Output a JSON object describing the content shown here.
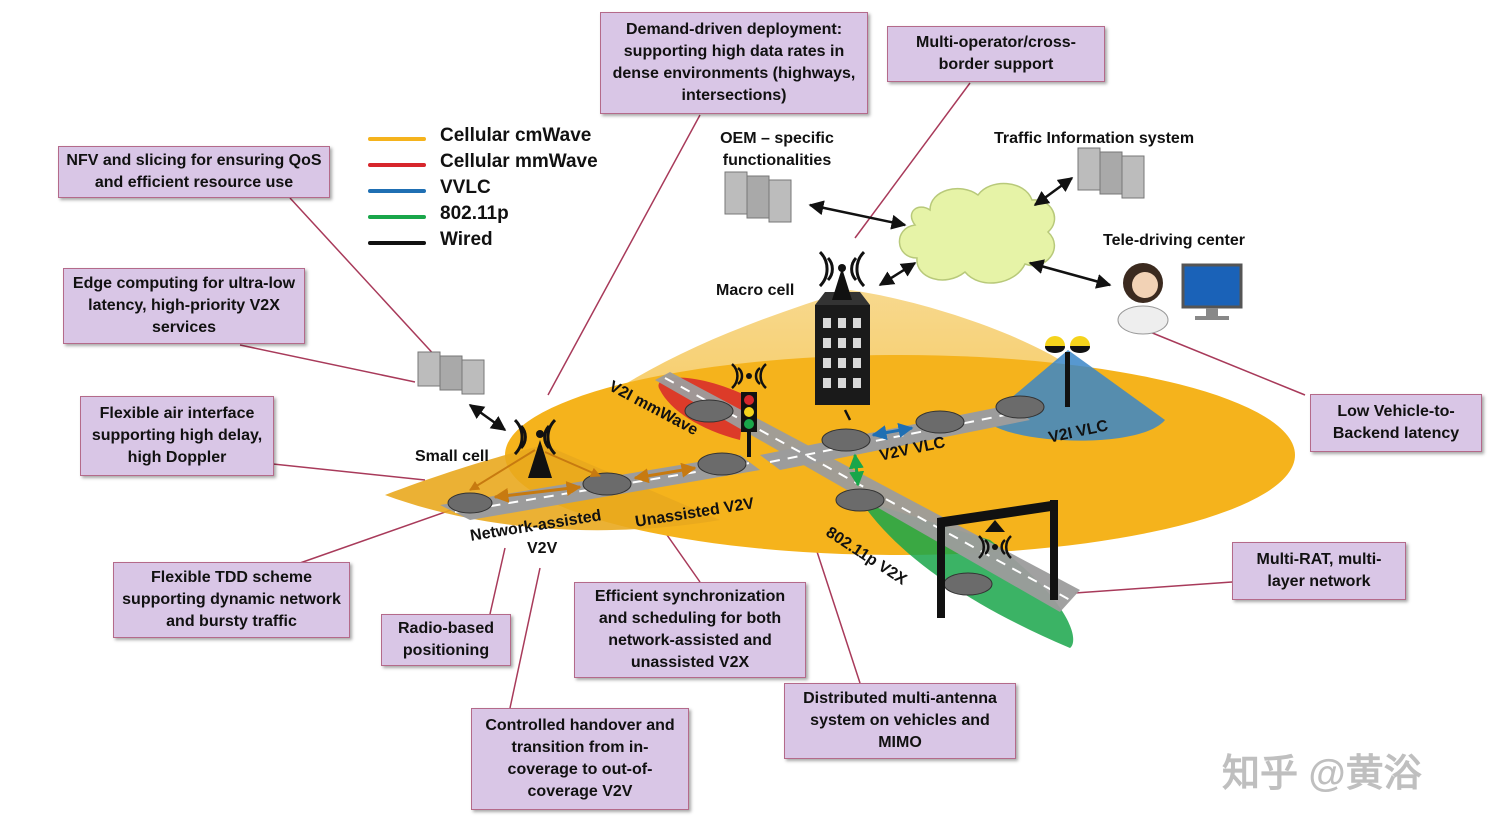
{
  "legend": [
    {
      "label": "Cellular cmWave",
      "color": "#f5b31c"
    },
    {
      "label": "Cellular mmWave",
      "color": "#d7262c"
    },
    {
      "label": "VVLC",
      "color": "#1f6fb3"
    },
    {
      "label": "802.11p",
      "color": "#19a64a"
    },
    {
      "label": "Wired",
      "color": "#111111"
    }
  ],
  "callouts": {
    "nfv": "NFV and slicing for ensuring QoS and efficient resource use",
    "edge": "Edge computing for ultra-low latency, high-priority V2X services",
    "air": "Flexible air interface supporting high delay, high Doppler",
    "tdd": "Flexible TDD scheme supporting dynamic network and bursty traffic",
    "radio": "Radio-based positioning",
    "handover": "Controlled handover and transition from in-coverage to out-of-coverage V2V",
    "sync": "Efficient synchronization and scheduling for both network-assisted and unassisted V2X",
    "dist": "Distributed multi-antenna system on vehicles  and MIMO",
    "multirat": "Multi-RAT, multi-layer network",
    "lowlat": "Low Vehicle-to-Backend latency",
    "demand": "Demand-driven deployment: supporting high data rates in dense environments (highways, intersections)",
    "multiop": "Multi-operator/cross-border support"
  },
  "labels": {
    "oem": "OEM – specific functionalities",
    "tis": "Traffic Information system",
    "tele": "Tele-driving center",
    "macro": "Macro cell",
    "small": "Small cell",
    "v2i_mm": "V2I mmWave",
    "v2v_vlc": "V2V VLC",
    "v2i_vlc": "V2I VLC",
    "unassisted": "Unassisted V2V",
    "netassisted_1": "Network-assisted",
    "netassisted_2": "V2V",
    "p80211": "802.11p V2X"
  },
  "watermark": "知乎 @黄浴"
}
